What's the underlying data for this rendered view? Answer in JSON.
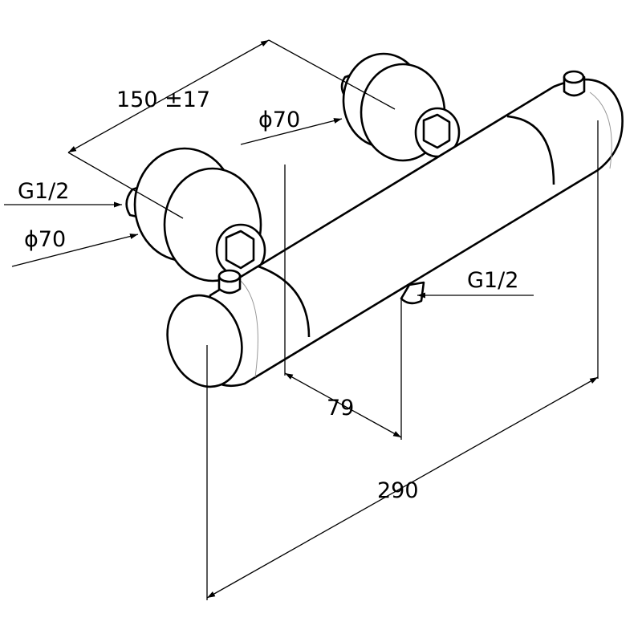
{
  "drawing": {
    "title": "Thermostatic shower mixer dimension drawing",
    "dimensions": {
      "inlet_spacing": "150 ±17",
      "flange_diameter_top": "ϕ70",
      "flange_diameter_left": "ϕ70",
      "inlet_thread_left": "G1/2",
      "outlet_thread": "G1/2",
      "outlet_offset": "79",
      "total_length": "290"
    }
  }
}
